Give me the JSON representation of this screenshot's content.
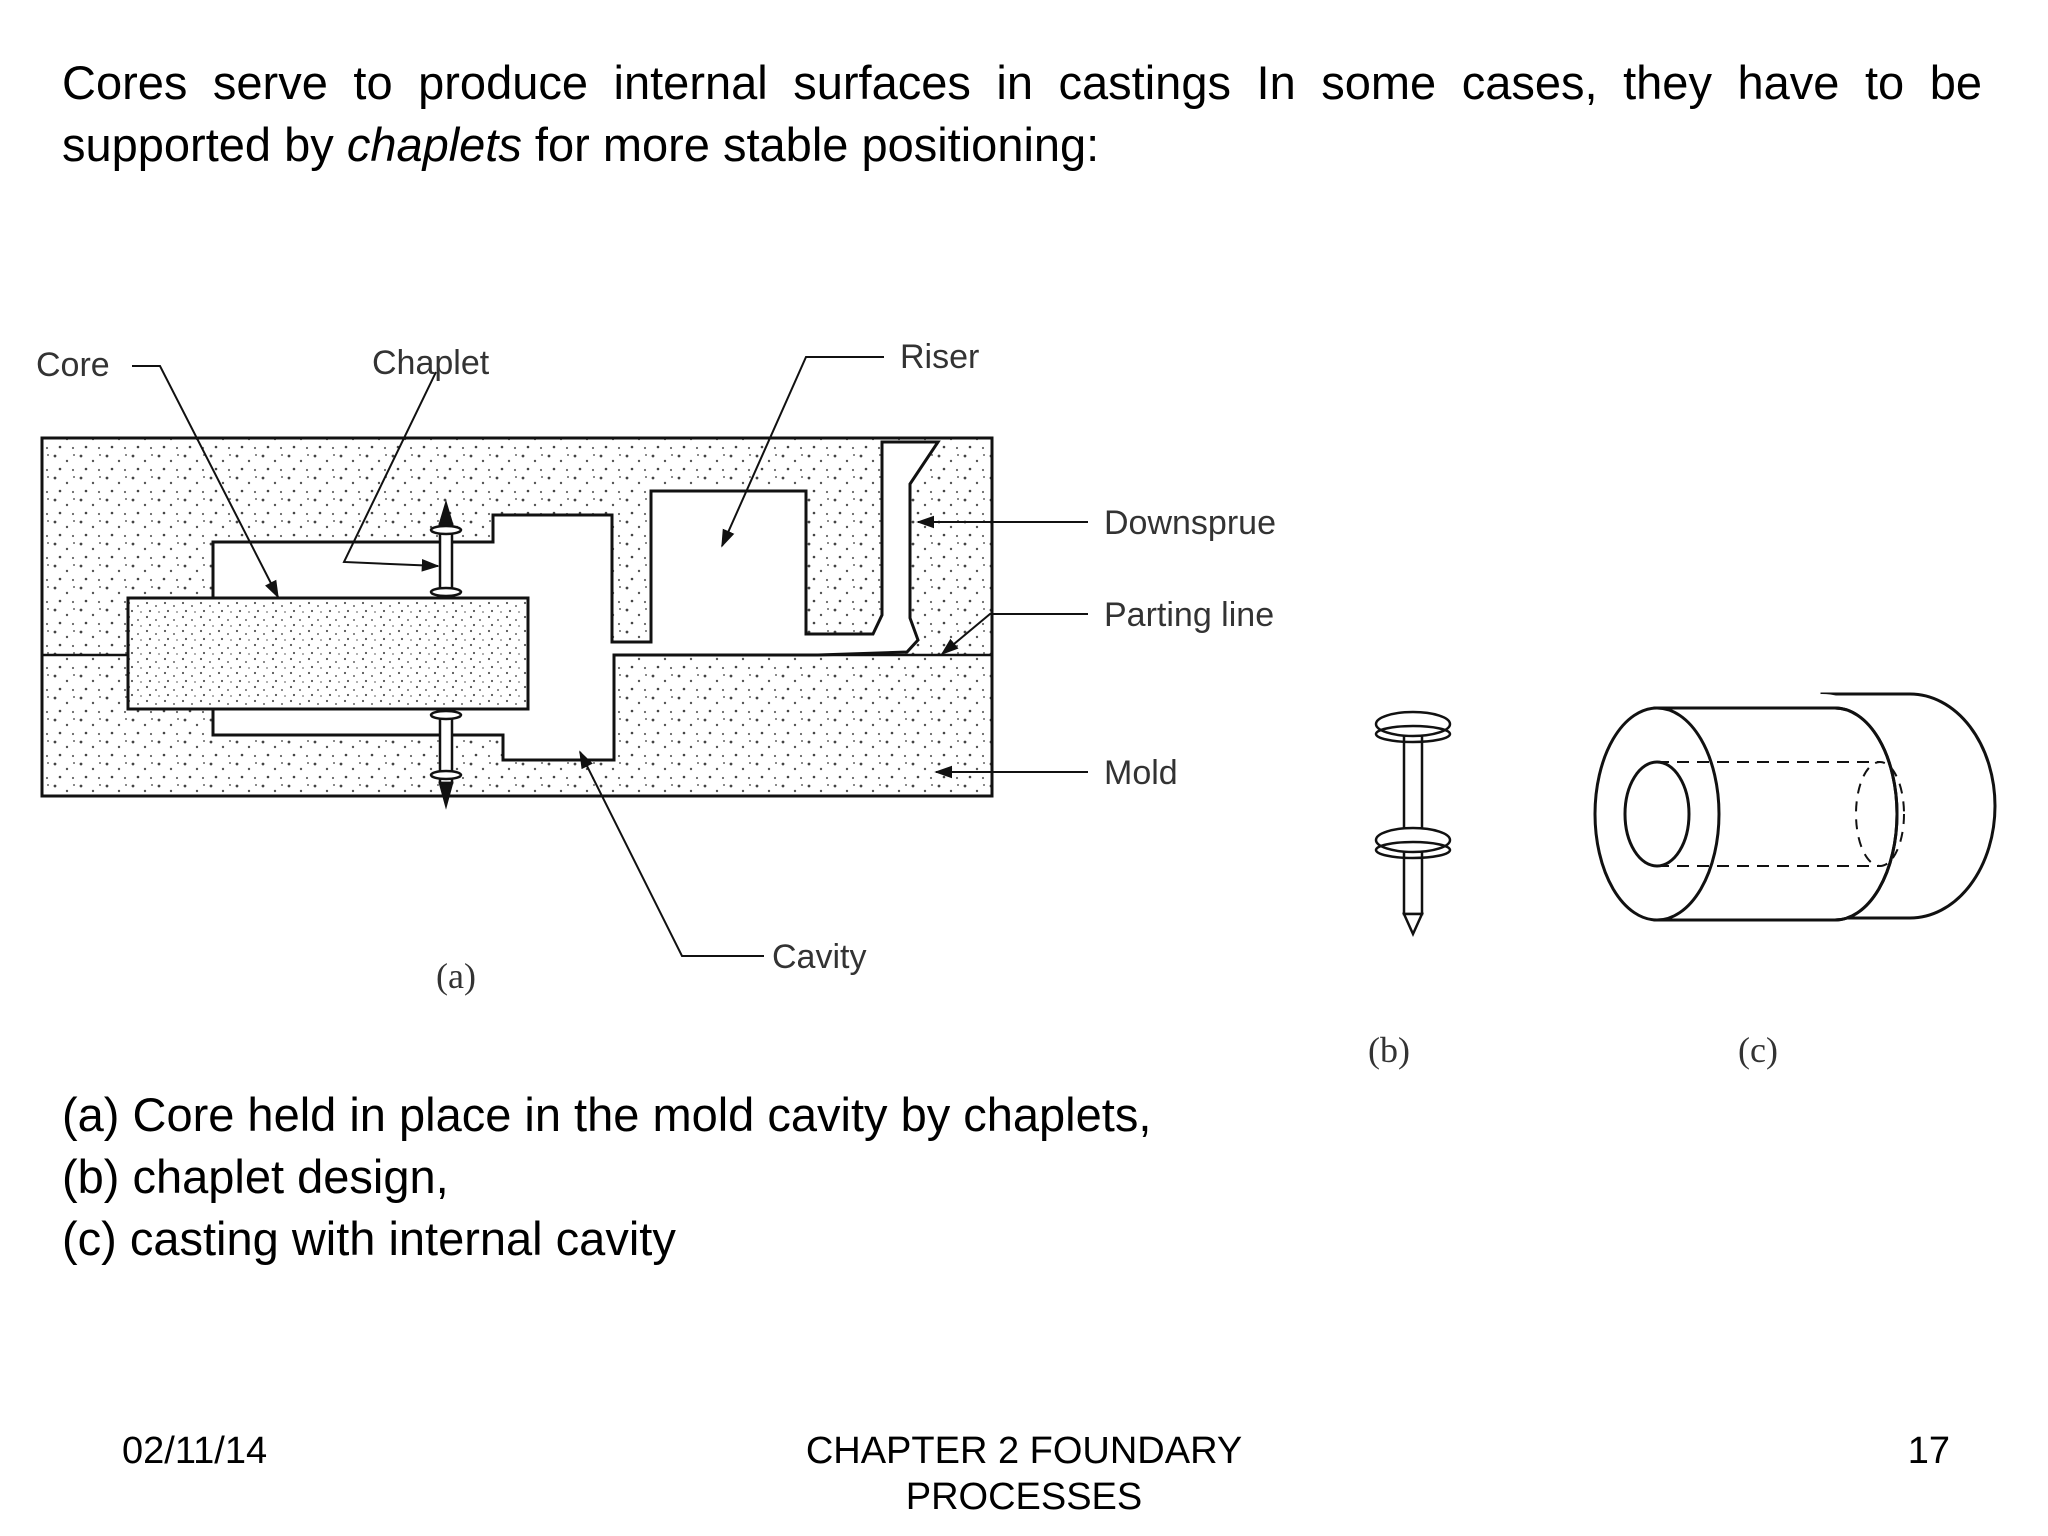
{
  "intro": {
    "text_before": "Cores serve to produce internal surfaces in castings In some cases, they have to be supported by ",
    "italic_word": "chaplets",
    "text_after": " for more stable positioning:"
  },
  "figure": {
    "labels": {
      "core": "Core",
      "chaplet": "Chaplet",
      "riser": "Riser",
      "downsprue": "Downsprue",
      "parting_line": "Parting line",
      "mold": "Mold",
      "cavity": "Cavity"
    },
    "sublabels": {
      "a": "(a)",
      "b": "(b)",
      "c": "(c)"
    }
  },
  "caption": {
    "line_a": "(a) Core held in place in the mold cavity by chaplets,",
    "line_b": "(b) chaplet design,",
    "line_c": "(c) casting with internal cavity"
  },
  "footer": {
    "date": "02/11/14",
    "title_line1": "CHAPTER 2 FOUNDARY",
    "title_line2": "PROCESSES",
    "page": "17"
  }
}
